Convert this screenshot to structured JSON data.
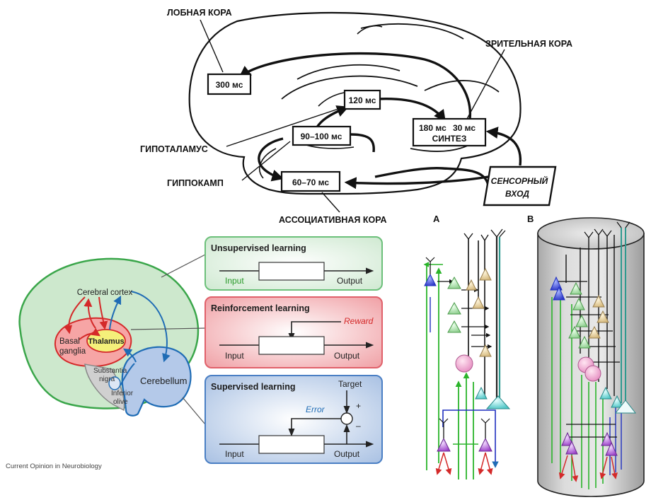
{
  "memory_loop": {
    "frontal": "ЛОБНАЯ КОРА",
    "visual": "ЗРИТЕЛЬНАЯ КОРА",
    "hypothalamus": "ГИПОТАЛАМУС",
    "hippocampus": "ГИППОКАМП",
    "associative": "АССОЦИАТИВНАЯ КОРА",
    "box_300": "300 мс",
    "box_120": "120 мс",
    "box_90": "90–100 мс",
    "box_60": "60–70 мс",
    "synth_top_a": "180 мс",
    "synth_top_b": "30 мс",
    "synth_label": "СИНТЕЗ",
    "sensory_1": "СЕНСОРНЫЙ",
    "sensory_2": "ВХОД"
  },
  "learning": {
    "cortex": "Cerebral cortex",
    "basal_1": "Basal",
    "basal_2": "ganglia",
    "thalamus": "Thalamus",
    "substantia_1": "Substantia",
    "substantia_2": "nigra",
    "inferior_1": "Inferior",
    "inferior_2": "olive",
    "cerebellum": "Cerebellum",
    "source": "Current Opinion in Neurobiology",
    "panels": {
      "unsupervised": {
        "title": "Unsupervised learning",
        "input": "Input",
        "output": "Output"
      },
      "reinforcement": {
        "title": "Reinforcement learning",
        "input": "Input",
        "output": "Output",
        "reward": "Reward"
      },
      "supervised": {
        "title": "Supervised learning",
        "input": "Input",
        "output": "Output",
        "target": "Target",
        "error": "Error",
        "plus": "+",
        "minus": "–"
      }
    },
    "colors": {
      "green": "#d2ebd4",
      "red": "#f2a9ad",
      "blue": "#b3c8e6"
    }
  },
  "circuit": {
    "label_a": "A",
    "label_b": "B"
  }
}
